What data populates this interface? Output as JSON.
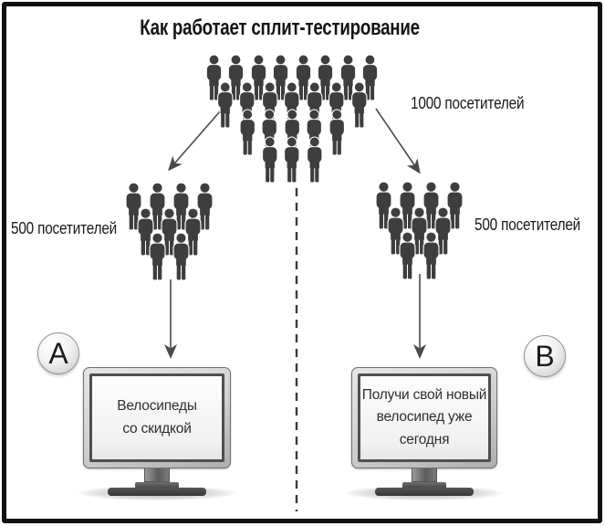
{
  "title": "Как работает сплит-тестирование",
  "labels": {
    "total": "1000 посетителей",
    "group_a": "500 посетителей",
    "group_b": "500 посетителей"
  },
  "badges": {
    "a": "A",
    "b": "B"
  },
  "screens": {
    "a": "Велосипеды\nсо скидкой",
    "b": "Получи свой новый\nвелосипед уже\nсегодня"
  },
  "crowds": {
    "total": {
      "rows": [
        8,
        7,
        5,
        3
      ]
    },
    "group_a": {
      "rows": [
        4,
        3,
        2
      ]
    },
    "group_b": {
      "rows": [
        4,
        3,
        2
      ]
    }
  },
  "colors": {
    "figure": "#3e3e3e",
    "arrow": "#4a4a4a",
    "border": "#111111",
    "screen_text": "#2e2e2e"
  }
}
